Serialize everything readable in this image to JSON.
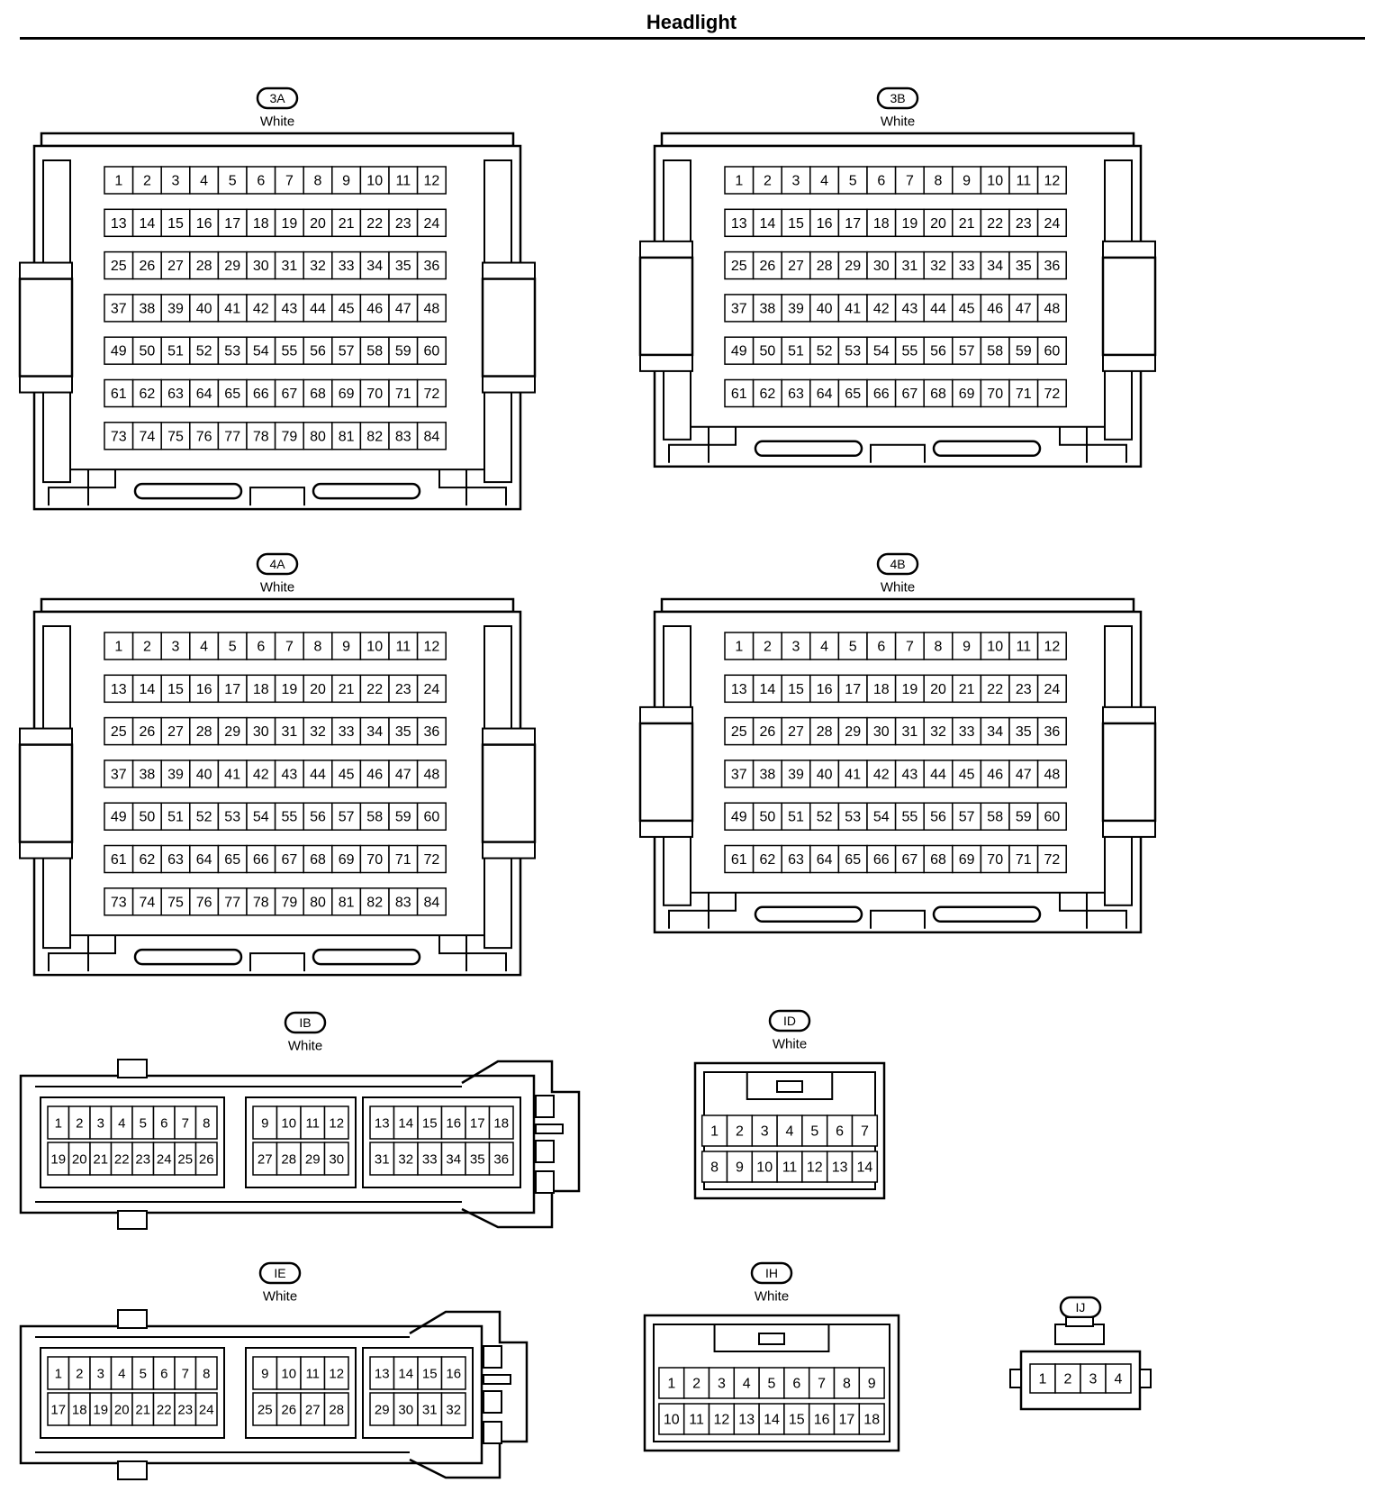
{
  "title": "Headlight",
  "connectors": [
    {
      "id": "3A",
      "color": "White",
      "type": "large",
      "rows": 7
    },
    {
      "id": "3B",
      "color": "White",
      "type": "large",
      "rows": 6
    },
    {
      "id": "4A",
      "color": "White",
      "type": "large",
      "rows": 7
    },
    {
      "id": "4B",
      "color": "White",
      "type": "large",
      "rows": 6
    },
    {
      "id": "IB",
      "color": "White",
      "type": "wide",
      "groups": [
        {
          "top": [
            "1",
            "2",
            "3",
            "4",
            "5",
            "6",
            "7",
            "8"
          ],
          "bottom": [
            "19",
            "20",
            "21",
            "22",
            "23",
            "24",
            "25",
            "26"
          ]
        },
        {
          "top": [
            "9",
            "10",
            "11",
            "12"
          ],
          "bottom": [
            "27",
            "28",
            "29",
            "30"
          ]
        },
        {
          "top": [
            "13",
            "14",
            "15",
            "16",
            "17",
            "18"
          ],
          "bottom": [
            "31",
            "32",
            "33",
            "34",
            "35",
            "36"
          ]
        }
      ]
    },
    {
      "id": "ID",
      "color": "White",
      "type": "small",
      "rows": [
        [
          "1",
          "2",
          "3",
          "4",
          "5",
          "6",
          "7"
        ],
        [
          "8",
          "9",
          "10",
          "11",
          "12",
          "13",
          "14"
        ]
      ]
    },
    {
      "id": "IE",
      "color": "White",
      "type": "wide",
      "groups": [
        {
          "top": [
            "1",
            "2",
            "3",
            "4",
            "5",
            "6",
            "7",
            "8"
          ],
          "bottom": [
            "17",
            "18",
            "19",
            "20",
            "21",
            "22",
            "23",
            "24"
          ]
        },
        {
          "top": [
            "9",
            "10",
            "11",
            "12"
          ],
          "bottom": [
            "25",
            "26",
            "27",
            "28"
          ]
        },
        {
          "top": [
            "13",
            "14",
            "15",
            "16"
          ],
          "bottom": [
            "29",
            "30",
            "31",
            "32"
          ]
        }
      ]
    },
    {
      "id": "IH",
      "color": "White",
      "type": "medium",
      "rows": [
        [
          "1",
          "2",
          "3",
          "4",
          "5",
          "6",
          "7",
          "8",
          "9"
        ],
        [
          "10",
          "11",
          "12",
          "13",
          "14",
          "15",
          "16",
          "17",
          "18"
        ]
      ]
    },
    {
      "id": "IJ",
      "color": "White",
      "type": "tiny",
      "rows": [
        [
          "1",
          "2",
          "3",
          "4"
        ]
      ]
    }
  ]
}
